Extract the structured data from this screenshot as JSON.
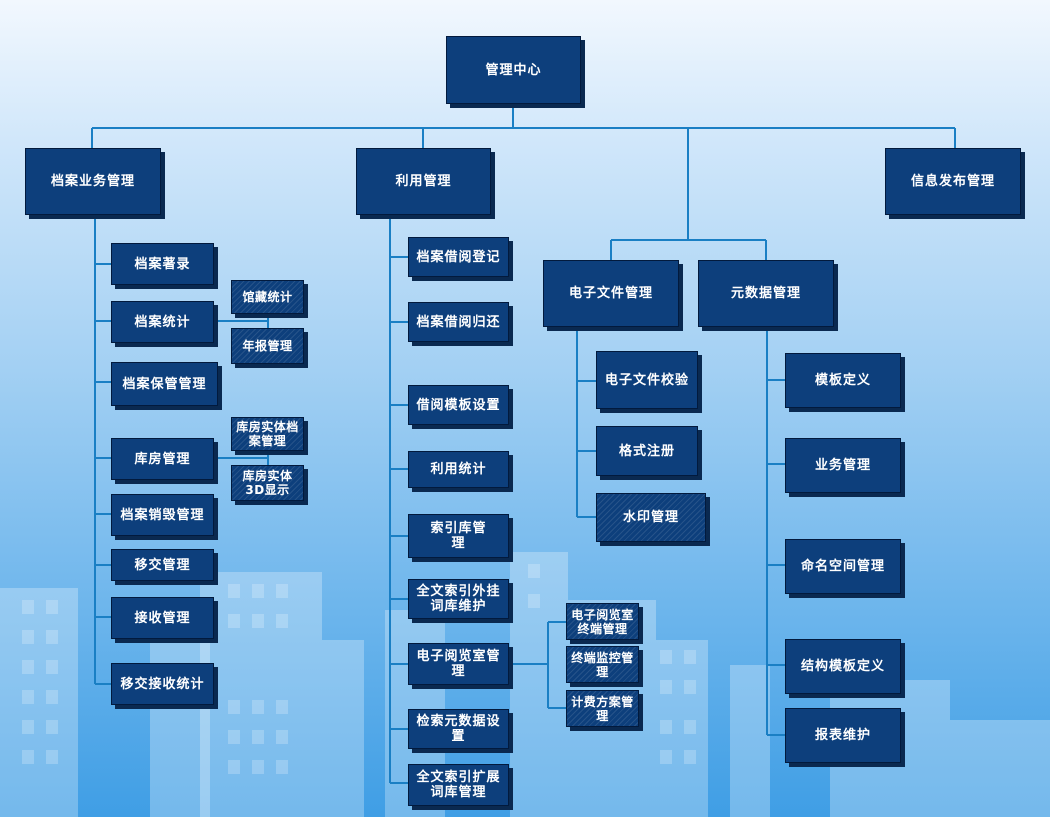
{
  "root": "管理中心",
  "branches": {
    "archive_business": "档案业务管理",
    "utilization": "利用管理",
    "e_file": "电子文件管理",
    "metadata": "元数据管理",
    "info_publish": "信息发布管理"
  },
  "archive_business": {
    "catalog": "档案著录",
    "statistics": "档案统计",
    "stat_holdings": "馆藏统计",
    "stat_annual": "年报管理",
    "custody": "档案保管管理",
    "warehouse": "库房管理",
    "wh_physical": "库房实体档案管理",
    "wh_3d": "库房实体3D显示",
    "destroy": "档案销毁管理",
    "transfer": "移交管理",
    "receive": "接收管理",
    "transfer_stats": "移交接收统计"
  },
  "utilization": {
    "borrow_register": "档案借阅登记",
    "borrow_return": "档案借阅归还",
    "borrow_template": "借阅模板设置",
    "usage_stats": "利用统计",
    "index_lib": "索引库管理",
    "fulltext_plugin": "全文索引外挂词库维护",
    "reading_room": "电子阅览室管理",
    "rr_terminal": "电子阅览室终端管理",
    "rr_monitor": "终端监控管理",
    "rr_billing": "计费方案管理",
    "search_metadata": "检索元数据设置",
    "fulltext_ext": "全文索引扩展词库管理"
  },
  "e_file": {
    "verify": "电子文件校验",
    "format_reg": "格式注册",
    "watermark": "水印管理"
  },
  "metadata": {
    "template_def": "模板定义",
    "business_mgmt": "业务管理",
    "namespace": "命名空间管理",
    "struct_template": "结构模板定义",
    "report": "报表维护"
  },
  "colors": {
    "box_fill": "#0d3f7c",
    "connector": "#1a7fc4",
    "text": "#ffffff"
  }
}
